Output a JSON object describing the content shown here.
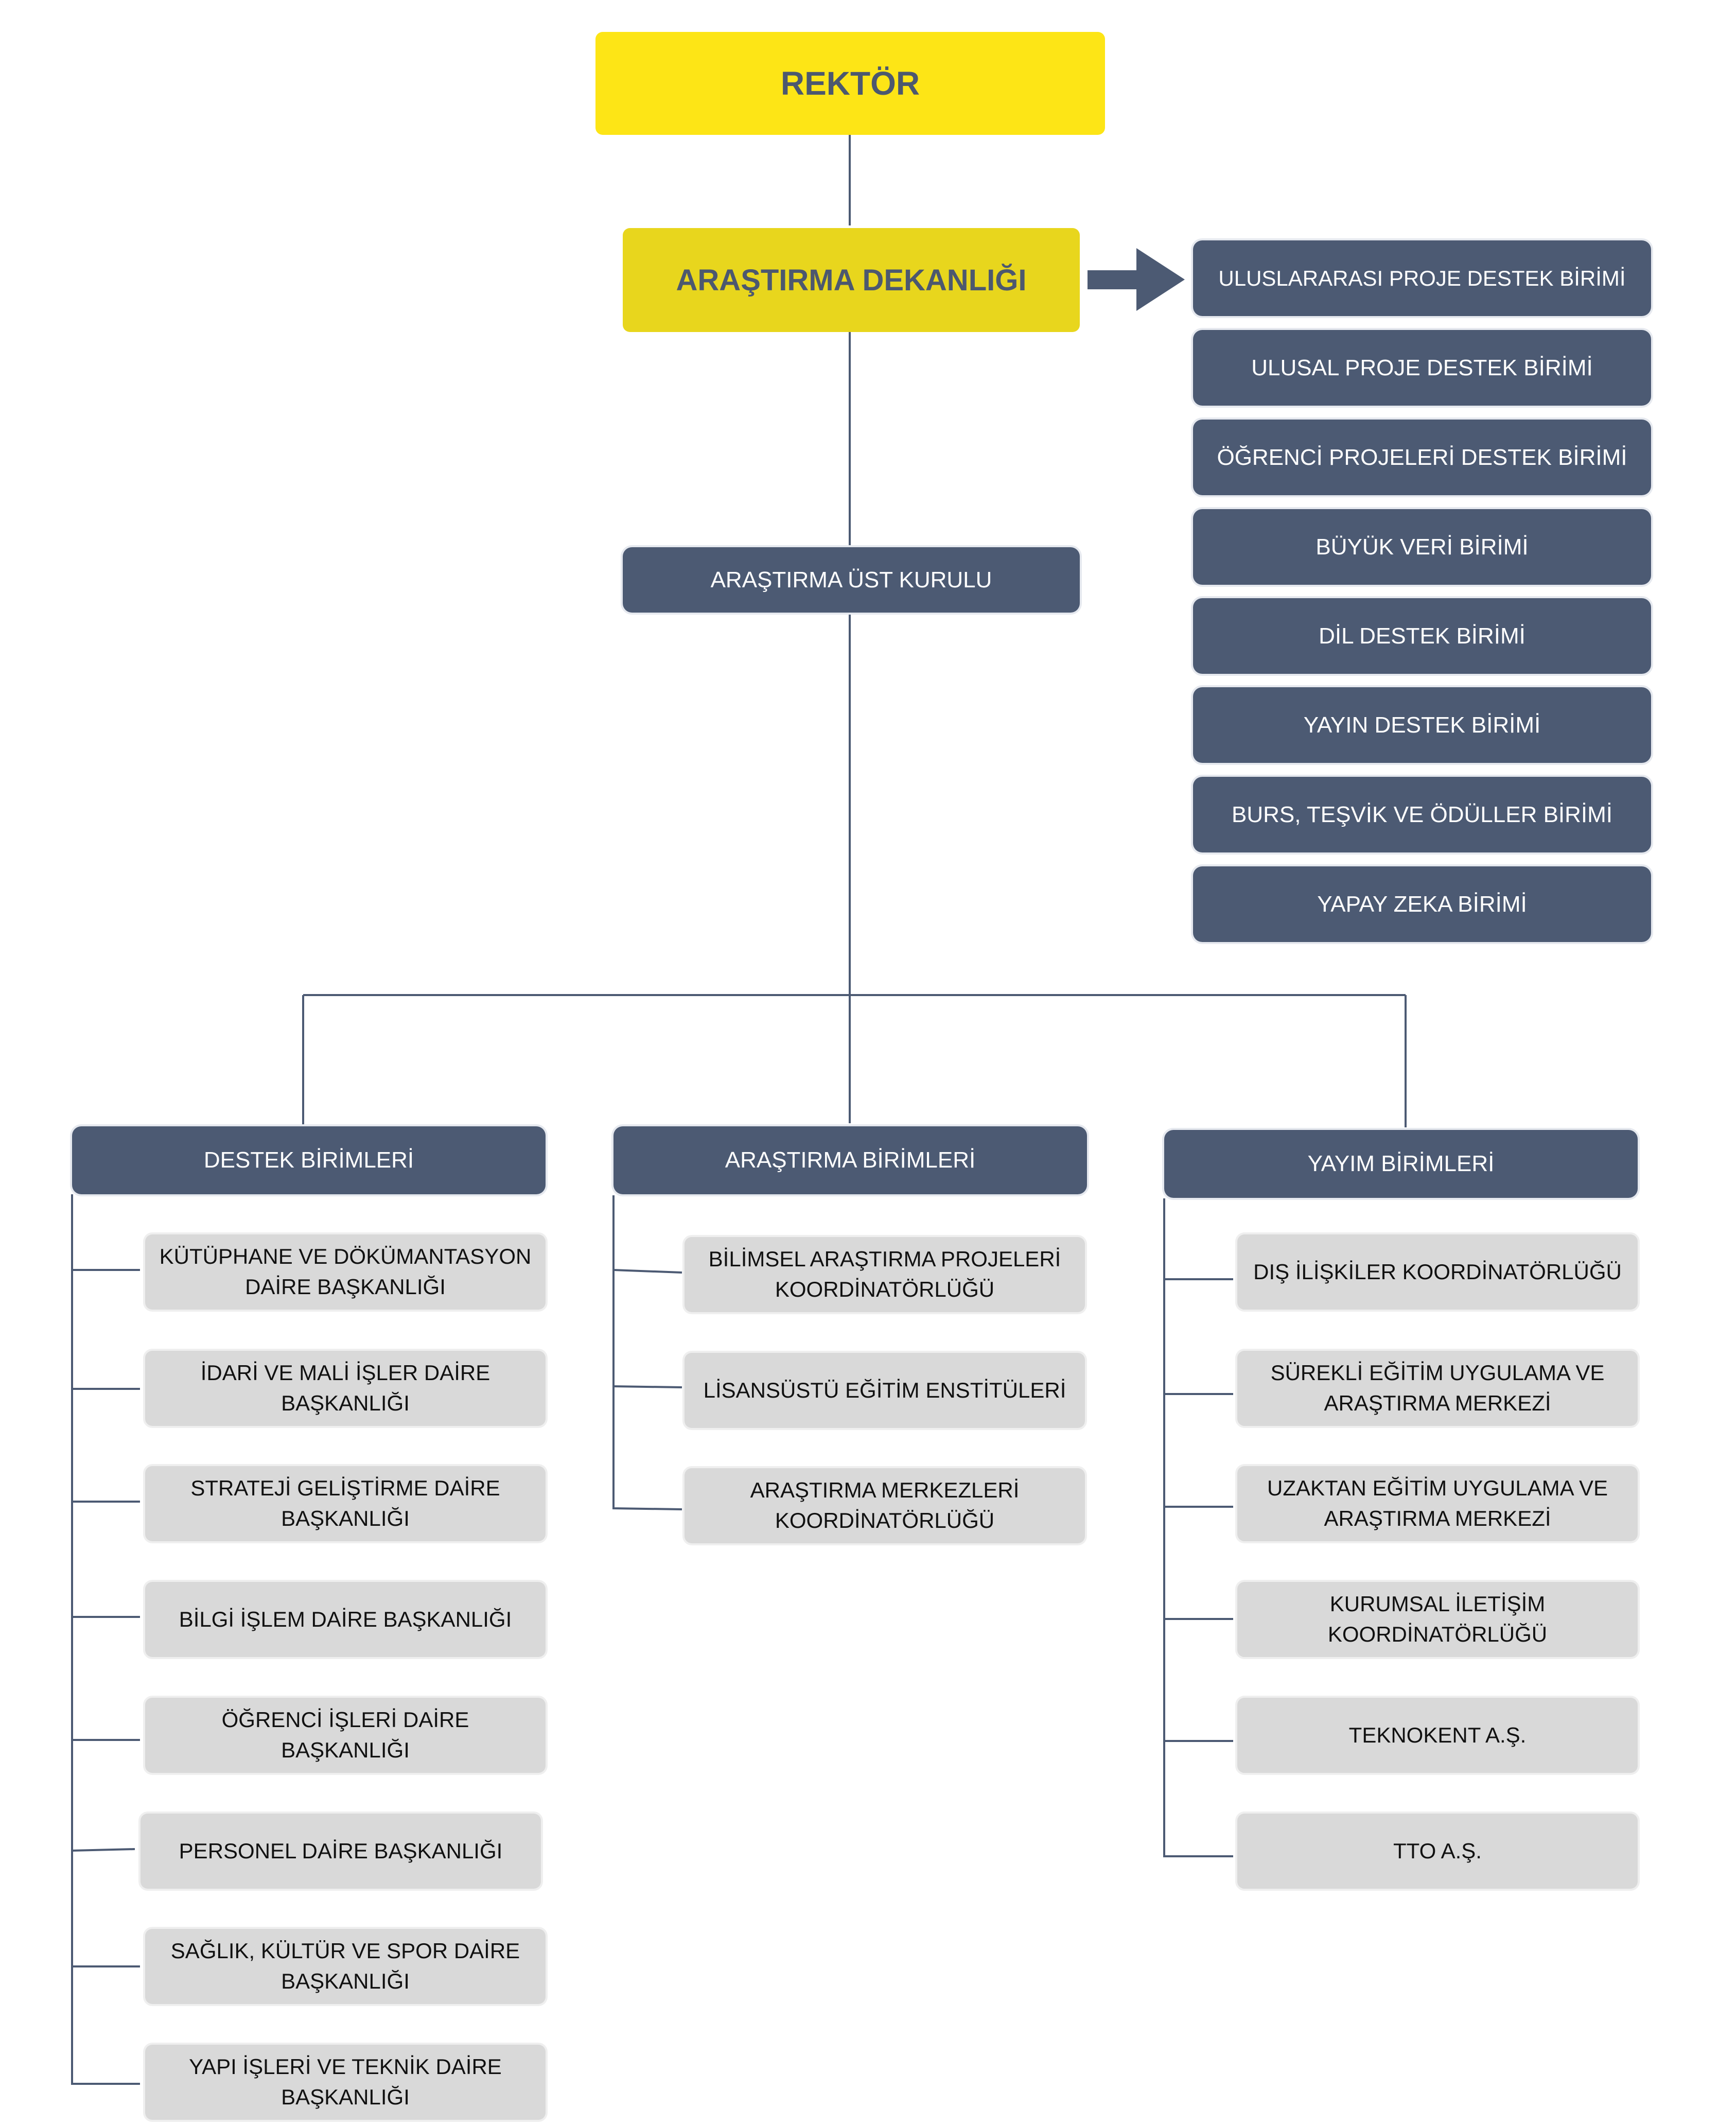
{
  "rector": "REKTÖR",
  "dean": "ARAŞTIRMA DEKANLIĞI",
  "board": "ARAŞTIRMA ÜST KURULU",
  "units": [
    "ULUSLARARASI PROJE DESTEK BİRİMİ",
    "ULUSAL PROJE DESTEK BİRİMİ",
    "ÖĞRENCİ PROJELERİ DESTEK BİRİMİ",
    "BÜYÜK VERİ BİRİMİ",
    "DİL DESTEK BİRİMİ",
    "YAYIN DESTEK BİRİMİ",
    "BURS, TEŞVİK VE ÖDÜLLER BİRİMİ",
    "YAPAY ZEKA BİRİMİ"
  ],
  "columns": [
    {
      "header": "DESTEK BİRİMLERİ",
      "items": [
        "KÜTÜPHANE VE DÖKÜMANTASYON DAİRE BAŞKANLIĞI",
        "İDARİ VE MALİ İŞLER DAİRE BAŞKANLIĞI",
        "STRATEJİ GELİŞTİRME DAİRE BAŞKANLIĞI",
        "BİLGİ İŞLEM DAİRE BAŞKANLIĞI",
        "ÖĞRENCİ İŞLERİ DAİRE BAŞKANLIĞI",
        "PERSONEL DAİRE BAŞKANLIĞI",
        "SAĞLIK, KÜLTÜR VE SPOR DAİRE BAŞKANLIĞI",
        "YAPI İŞLERİ VE TEKNİK DAİRE BAŞKANLIĞI"
      ]
    },
    {
      "header": "ARAŞTIRMA BİRİMLERİ",
      "items": [
        "BİLİMSEL ARAŞTIRMA PROJELERİ KOORDİNATÖRLÜĞÜ",
        "LİSANSÜSTÜ EĞİTİM ENSTİTÜLERİ",
        "ARAŞTIRMA MERKEZLERİ KOORDİNATÖRLÜĞÜ"
      ]
    },
    {
      "header": "YAYIM BİRİMLERİ",
      "items": [
        "DIŞ İLİŞKİLER KOORDİNATÖRLÜĞÜ",
        "SÜREKLİ EĞİTİM UYGULAMA VE ARAŞTIRMA MERKEZİ",
        "UZAKTAN EĞİTİM UYGULAMA VE ARAŞTIRMA MERKEZİ",
        "KURUMSAL İLETİŞİM KOORDİNATÖRLÜĞÜ",
        "TEKNOKENT A.Ş.",
        "TTO A.Ş."
      ]
    }
  ],
  "colors": {
    "rector_fill": "#fde516",
    "dean_fill": "#e8d61d",
    "dark_fill": "#4c5a73",
    "light_fill": "#d9d9d9",
    "line": "#4c5a73"
  }
}
